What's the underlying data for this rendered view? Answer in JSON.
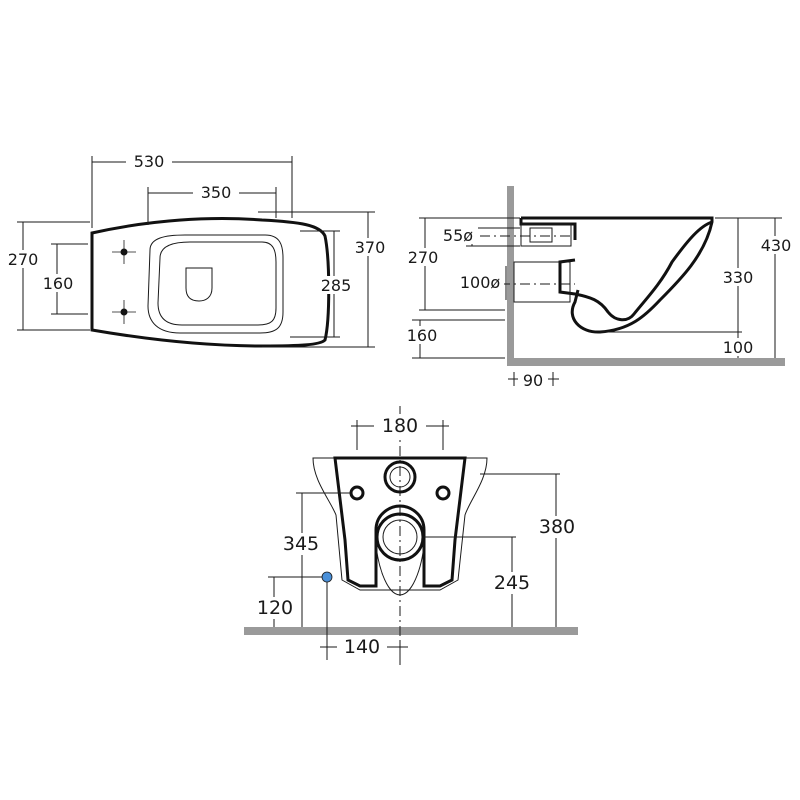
{
  "top_view": {
    "overall_length": "530",
    "seat_length": "350",
    "overall_width": "370",
    "rear_width": "270",
    "fixing_spacing": "160",
    "bowl_width": "285"
  },
  "side_view": {
    "height_top": "270",
    "inlet_diameter": "55ø",
    "outlet_diameter": "100ø",
    "outlet_height": "160",
    "overall_height": "430",
    "bowl_height": "330",
    "base_offset": "100",
    "wall_offset": "90"
  },
  "front_view": {
    "fixing_width": "180",
    "fixing_height": "345",
    "overall_height": "380",
    "outlet_height": "245",
    "supply_height": "120",
    "supply_offset": "140"
  },
  "colors": {
    "line": "#1a1a1a",
    "floor": "#9a9a9a",
    "supply_point": "#4a90d9"
  }
}
